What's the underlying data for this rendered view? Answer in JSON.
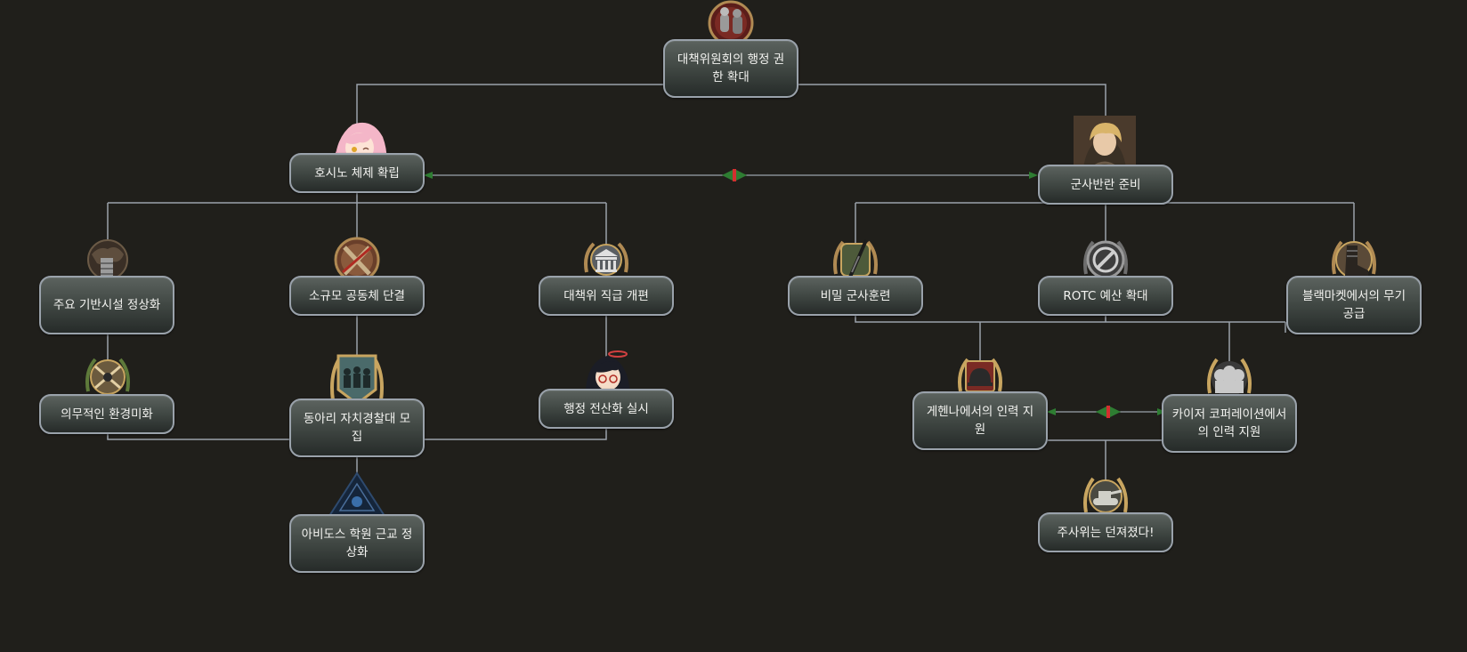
{
  "colors": {
    "background": "#201f1b",
    "connector": "#9aa2ab",
    "exclusive_arrow": "#2e7d32",
    "exclusive_mark": "#d32f2f"
  },
  "focuses": {
    "expand_exec": {
      "label": "대책위원회의 행정 권한 확대",
      "icon": "council-icon"
    },
    "hoshino": {
      "label": "호시노 체제 확립",
      "icon": "hoshino-portrait-icon"
    },
    "military_rebellion": {
      "label": "군사반란 준비",
      "icon": "officer-portrait-icon"
    },
    "infrastructure": {
      "label": "주요 기반시설 정상화",
      "icon": "factory-globe-icon"
    },
    "small_community": {
      "label": "소규모 공동체 단결",
      "icon": "crossed-tools-icon"
    },
    "rank_reform": {
      "label": "대책위 직급 개편",
      "icon": "government-building-icon"
    },
    "secret_training": {
      "label": "비밀 군사훈련",
      "icon": "rifle-icon"
    },
    "rotc": {
      "label": "ROTC 예산 확대",
      "icon": "lightning-disc-icon"
    },
    "black_market": {
      "label": "블랙마켓에서의 무기 공급",
      "icon": "boot-icon"
    },
    "environment": {
      "label": "의무적인 환경미화",
      "icon": "broom-icon"
    },
    "vigilante": {
      "label": "동아리 자치경찰대 모집",
      "icon": "soldiers-shield-icon"
    },
    "admin_computerize": {
      "label": "행정 전산화 실시",
      "icon": "ayane-portrait-icon"
    },
    "gehenna": {
      "label": "게헨나에서의 인력 지원",
      "icon": "helmet-icon"
    },
    "kaiser": {
      "label": "카이저 코퍼레이션에서의 인력 지원",
      "icon": "faces-icon"
    },
    "abydos": {
      "label": "아비도스 학원 근교 정상화",
      "icon": "abydos-emblem-icon"
    },
    "die_cast": {
      "label": "주사위는 던져졌다!",
      "icon": "tank-icon"
    }
  },
  "mutual_exclusion_mark": "!"
}
